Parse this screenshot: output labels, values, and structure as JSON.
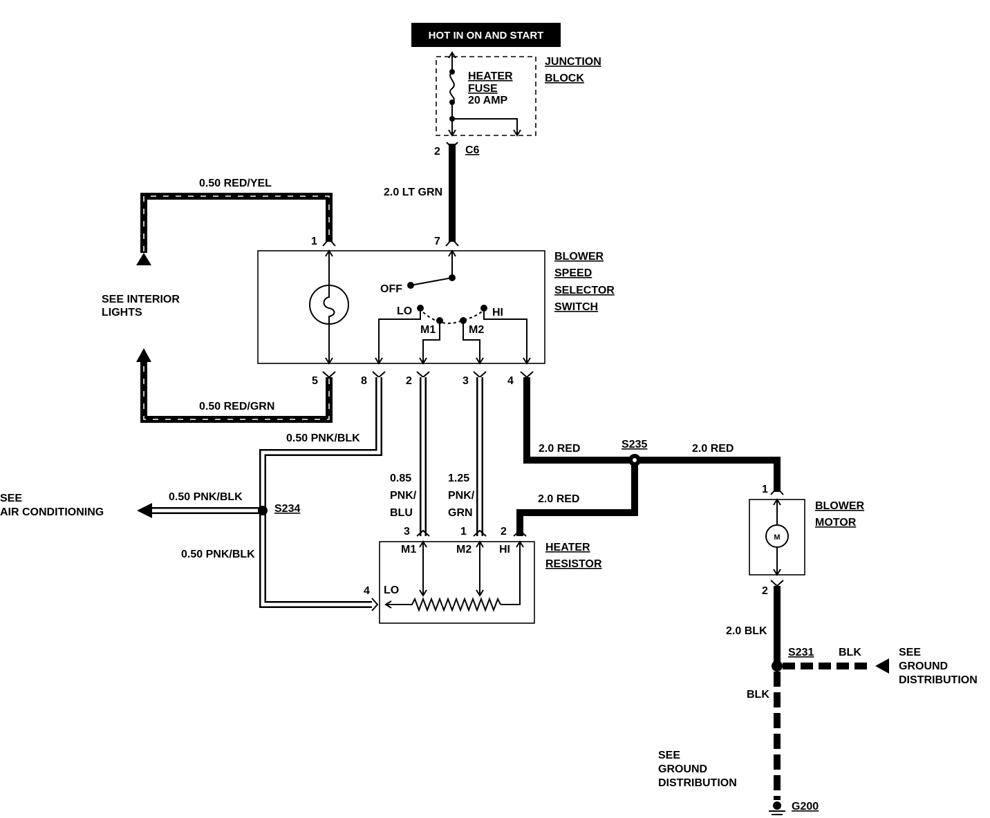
{
  "header": {
    "text": "HOT IN ON AND START"
  },
  "junction_block": {
    "title_line1": "JUNCTION",
    "title_line2": "BLOCK",
    "fuse_line1": "HEATER",
    "fuse_line2": "FUSE",
    "fuse_rating": "20 AMP",
    "connector": "C6",
    "pin": "2"
  },
  "switch": {
    "title_line1": "BLOWER",
    "title_line2": "SPEED",
    "title_line3": "SELECTOR",
    "title_line4": "SWITCH",
    "pos_off": "OFF",
    "pos_lo": "LO",
    "pos_m1": "M1",
    "pos_m2": "M2",
    "pos_hi": "HI",
    "pin_1": "1",
    "pin_7": "7",
    "pin_5": "5",
    "pin_8": "8",
    "pin_2": "2",
    "pin_3": "3",
    "pin_4": "4"
  },
  "wires": {
    "lt_grn": "2.0 LT GRN",
    "red_yel": "0.50 RED/YEL",
    "red_grn": "0.50 RED/GRN",
    "pnk_blk_top": "0.50 PNK/BLK",
    "pnk_blk_ac": "0.50 PNK/BLK",
    "pnk_blk_low": "0.50 PNK/BLK",
    "pnk_blu_1": "0.85",
    "pnk_blu_2": "PNK/",
    "pnk_blu_3": "BLU",
    "pnk_grn_1": "1.25",
    "pnk_grn_2": "PNK/",
    "pnk_grn_3": "GRN",
    "red_left": "2.0 RED",
    "red_right": "2.0 RED",
    "red_mid": "2.0 RED",
    "blk_main": "2.0 BLK",
    "blk_branch": "BLK",
    "blk_down": "BLK"
  },
  "splices": {
    "s234": "S234",
    "s235": "S235",
    "s231": "S231"
  },
  "references": {
    "interior_1": "SEE INTERIOR",
    "interior_2": "LIGHTS",
    "ac_1": "SEE",
    "ac_2": "AIR CONDITIONING",
    "gnd_right_1": "SEE",
    "gnd_right_2": "GROUND",
    "gnd_right_3": "DISTRIBUTION",
    "gnd_bottom_1": "SEE",
    "gnd_bottom_2": "GROUND",
    "gnd_bottom_3": "DISTRIBUTION"
  },
  "resistor": {
    "title_line1": "HEATER",
    "title_line2": "RESISTOR",
    "term_m1": "M1",
    "term_m2": "M2",
    "term_hi": "HI",
    "term_lo": "LO",
    "pin_3": "3",
    "pin_1": "1",
    "pin_2": "2",
    "pin_4": "4"
  },
  "motor": {
    "title_line1": "BLOWER",
    "title_line2": "MOTOR",
    "symbol": "M",
    "pin_1": "1",
    "pin_2": "2"
  },
  "ground": {
    "label": "G200"
  }
}
